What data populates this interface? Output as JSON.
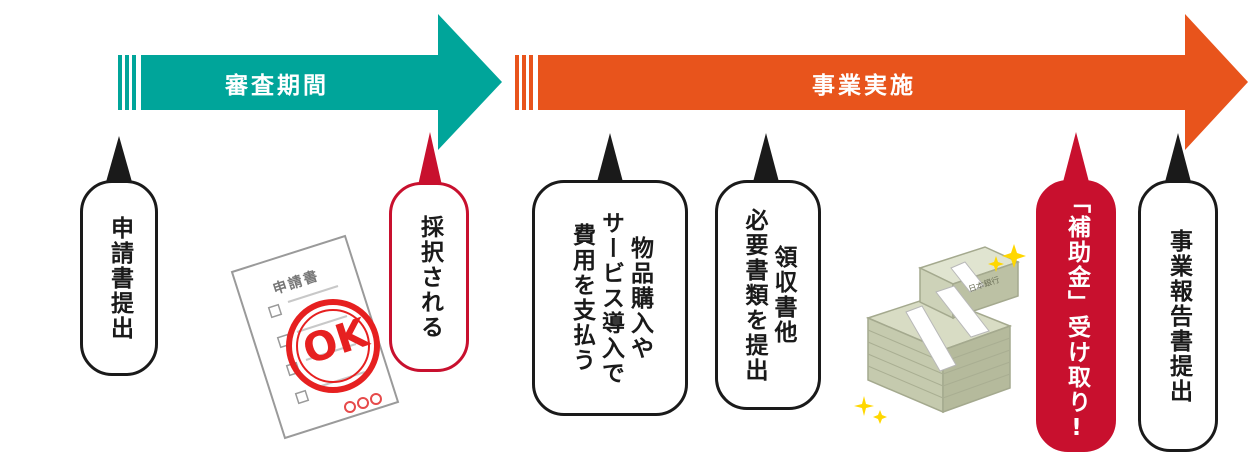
{
  "phases": {
    "review": {
      "label": "審査期間",
      "color": "#00a59a"
    },
    "project": {
      "label": "事業実施",
      "color": "#e8541c"
    }
  },
  "steps": {
    "application": {
      "lines": [
        "申請書提出"
      ]
    },
    "adopted": {
      "lines": [
        "採択される"
      ]
    },
    "purchase": {
      "lines": [
        "物品購入や",
        "サービス導入で",
        "費用を支払う"
      ]
    },
    "receipts": {
      "lines": [
        "領収書他",
        "必要書類を提出"
      ]
    },
    "subsidy": {
      "lines": [
        "「補助金」受け取り!"
      ],
      "color": "#c8102e"
    },
    "report": {
      "lines": [
        "事業報告書提出"
      ]
    }
  },
  "illustrations": {
    "document": {
      "title": "申請書",
      "stamp": "OK"
    },
    "money": {
      "band_text": "日本銀行"
    }
  }
}
